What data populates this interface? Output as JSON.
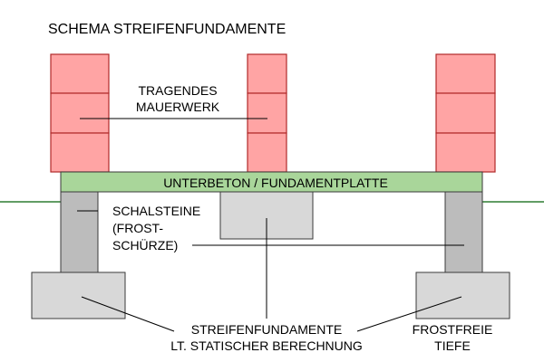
{
  "title": "SCHEMA STREIFENFUNDAMENTE",
  "labels": {
    "masonry_line1": "TRAGENDES",
    "masonry_line2": "MAUERWERK",
    "slab": "UNTERBETON / FUNDAMENTPLATTE",
    "formwork_line1": "SCHALSTEINE",
    "formwork_line2": "(FROST-",
    "formwork_line3": "SCHÜRZE)",
    "strip_line1": "STREIFENFUNDAMENTE",
    "strip_line2": "LT. STATISCHER BERECHNUNG",
    "frost_line1": "FROSTFREIE",
    "frost_line2": "TIEFE"
  },
  "colors": {
    "masonry_fill": "#ffa4a4",
    "masonry_stroke": "#b02a2a",
    "slab_fill": "#a9d69a",
    "formwork_fill": "#bcbcbc",
    "footing_fill": "#d8d8d8",
    "ground_line": "#2e7d32",
    "outline": "#3a3a3a",
    "leader": "#000000"
  }
}
